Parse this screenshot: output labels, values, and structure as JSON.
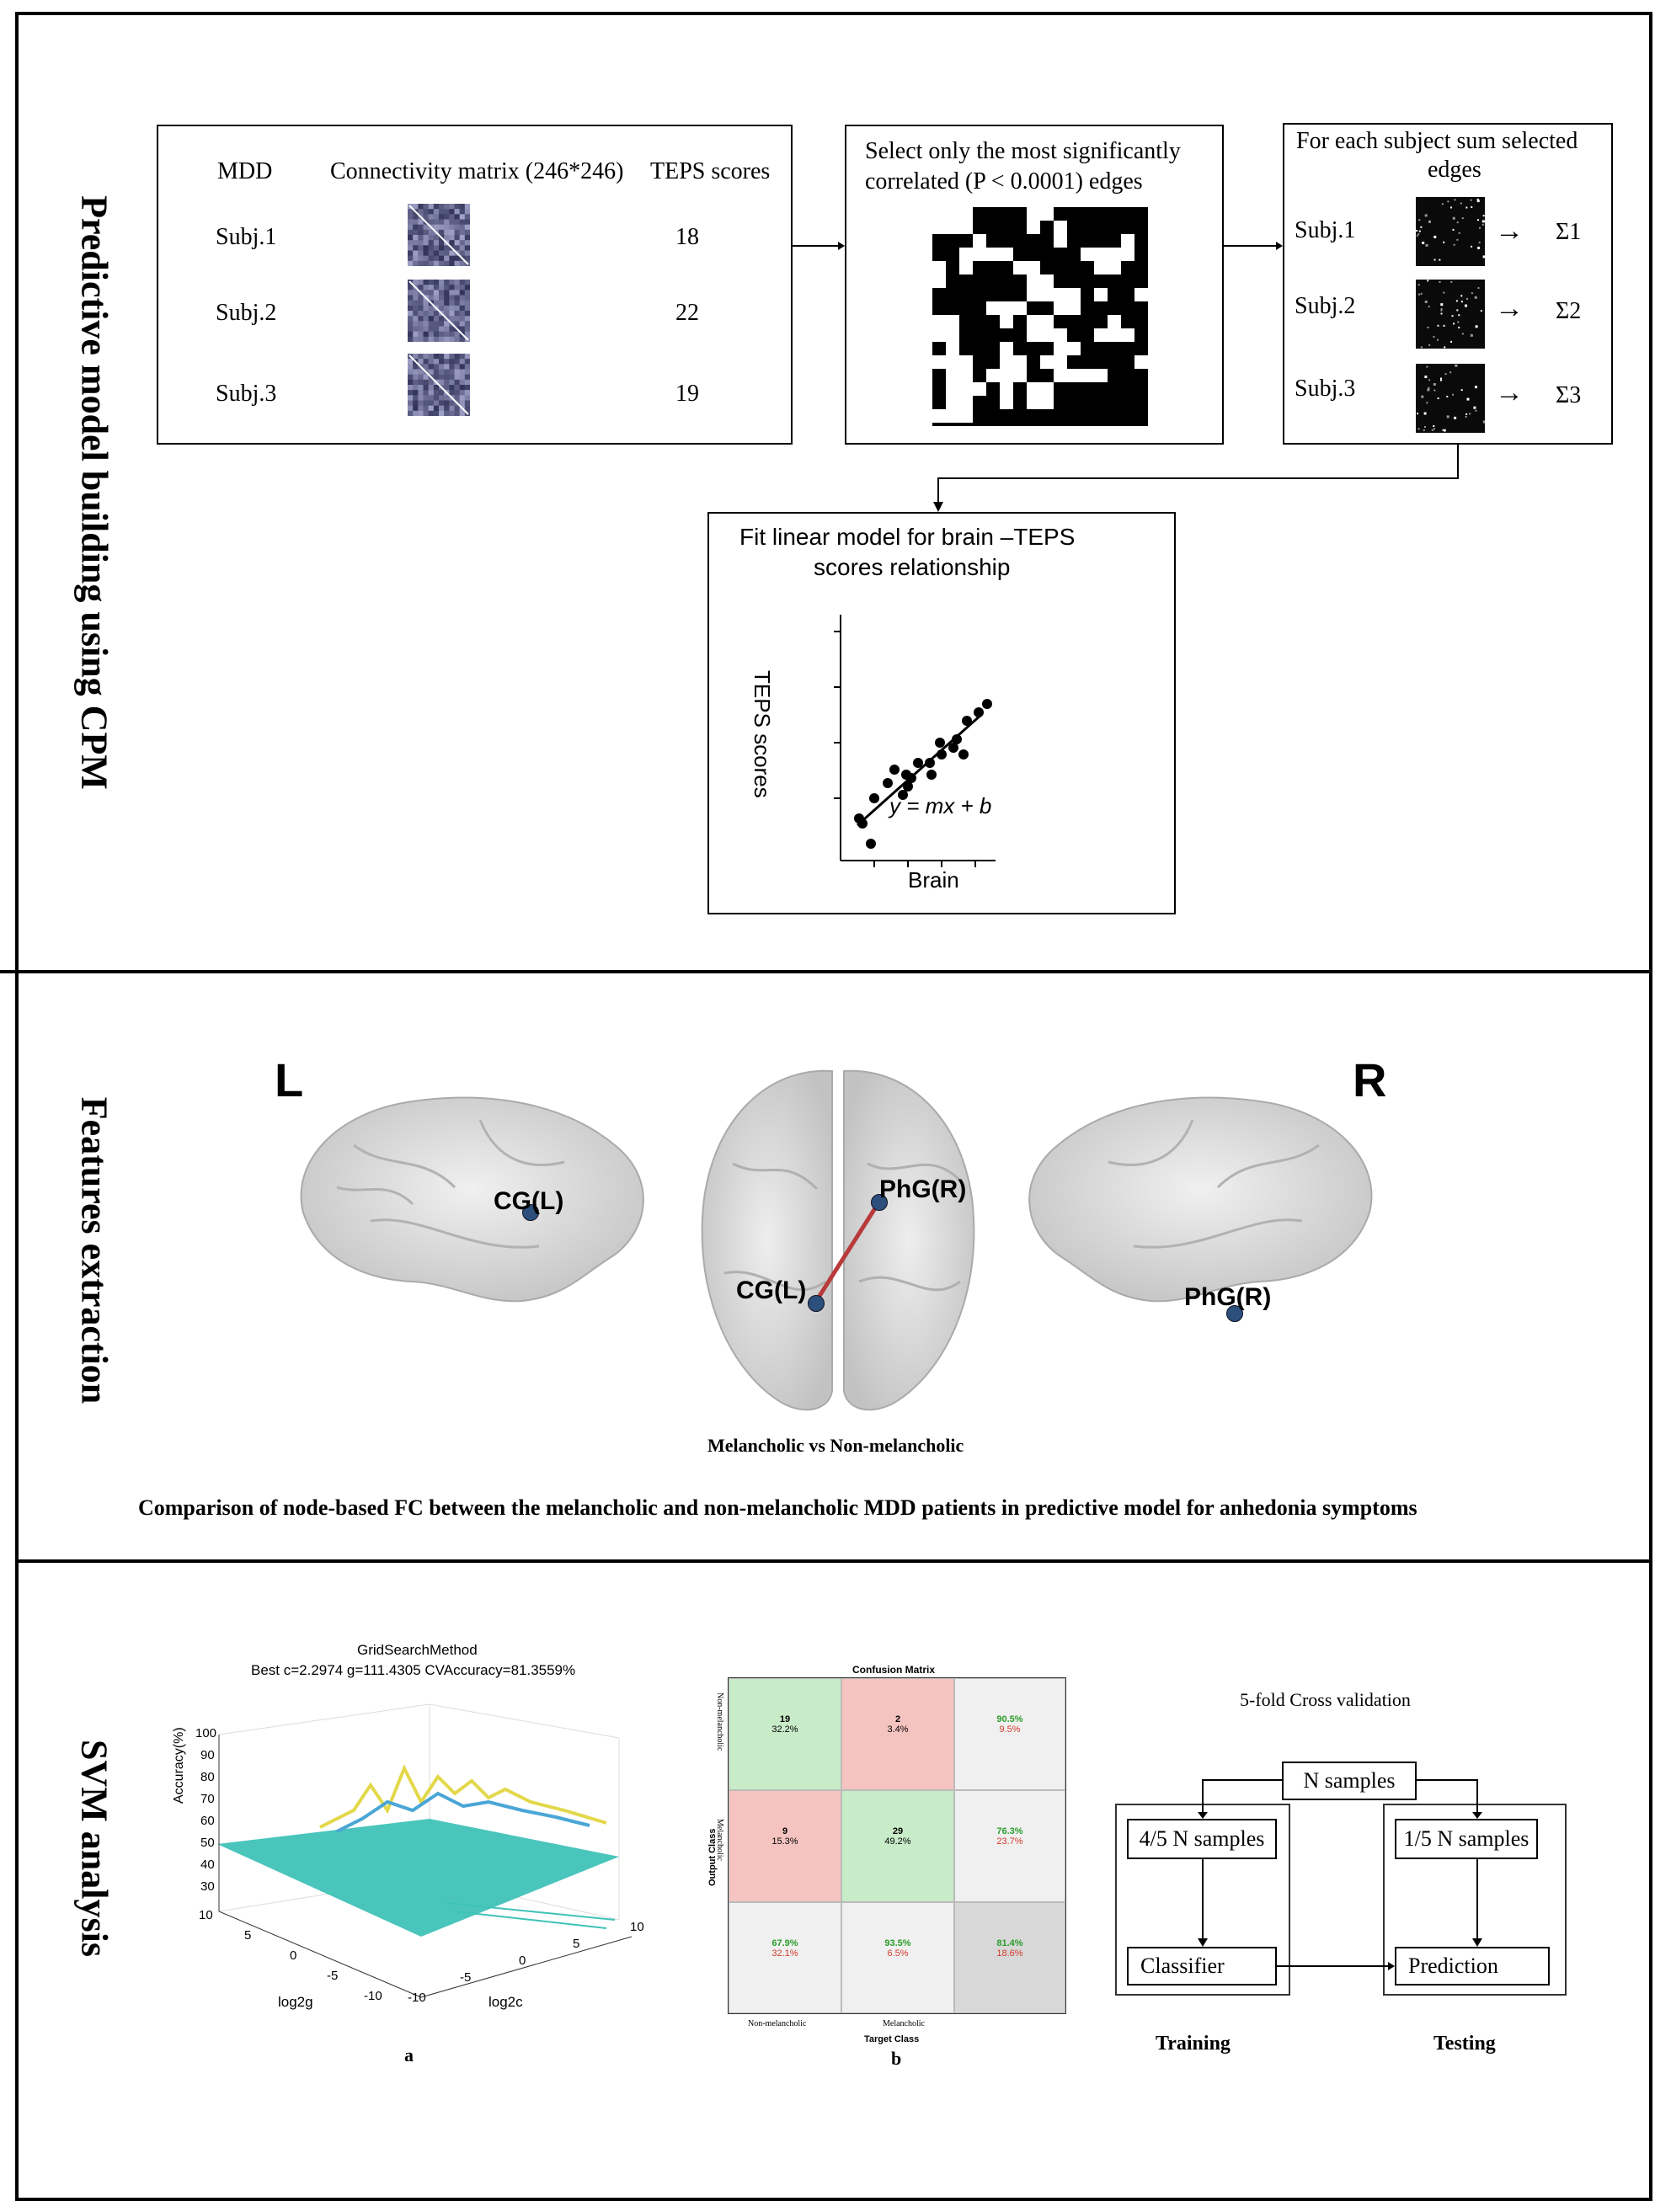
{
  "sections": {
    "cpm_title": "Predictive model building using CPM",
    "features_title": "Features extraction",
    "svm_title": "SVM analysis"
  },
  "cpm": {
    "box1": {
      "col_mdd": "MDD",
      "col_matrix": "Connectivity matrix (246*246)",
      "col_teps": "TEPS scores",
      "rows": [
        {
          "subject": "Subj.1",
          "score": "18"
        },
        {
          "subject": "Subj.2",
          "score": "22"
        },
        {
          "subject": "Subj.3",
          "score": "19"
        }
      ]
    },
    "box2": {
      "line1": "Select only the most significantly",
      "line2": "correlated (P < 0.0001) edges"
    },
    "box3": {
      "line1": "For each subject sum selected",
      "line2": "edges",
      "rows": [
        {
          "subject": "Subj.1",
          "sum": "Σ1"
        },
        {
          "subject": "Subj.2",
          "sum": "Σ2"
        },
        {
          "subject": "Subj.3",
          "sum": "Σ3"
        }
      ]
    },
    "box4": {
      "line1": "Fit linear model for brain –TEPS",
      "line2": "scores relationship",
      "ylabel": "TEPS scores",
      "xlabel": "Brain",
      "equation": "y = mx + b"
    }
  },
  "features": {
    "left_label": "L",
    "right_label": "R",
    "node_cg_left": "CG(L)",
    "node_phg_top": "PhG(R)",
    "node_cg_top": "CG(L)",
    "node_phg_right": "PhG(R)",
    "subtitle": "Melancholic vs Non-melancholic",
    "caption": "Comparison of node-based FC between the melancholic and non-melancholic MDD patients in predictive model for anhedonia symptoms"
  },
  "svm": {
    "grid": {
      "title": "GridSearchMethod",
      "subtitle": "Best c=2.2974 g=111.4305 CVAccuracy=81.3559%",
      "zlabel": "Accuracy(%)",
      "xlabel": "log2g",
      "ylabel": "log2c",
      "zticks": [
        "100",
        "90",
        "80",
        "70",
        "60",
        "50",
        "40",
        "30"
      ],
      "gticks": [
        "10",
        "5",
        "0",
        "-5",
        "-10"
      ],
      "cticks": [
        "-10",
        "-5",
        "0",
        "5",
        "10"
      ],
      "panel": "a"
    },
    "confusion": {
      "title": "Confusion Matrix",
      "ylabel": "Output Class",
      "xlabel": "Target Class",
      "row_labels": [
        "Non-melancholic",
        "Melancholic"
      ],
      "col_labels": [
        "Non-melancholic",
        "Melancholic"
      ],
      "cells": [
        [
          {
            "n": "19",
            "p": "32.2%"
          },
          {
            "n": "2",
            "p": "3.4%"
          },
          {
            "g": "90.5%",
            "r": "9.5%"
          }
        ],
        [
          {
            "n": "9",
            "p": "15.3%"
          },
          {
            "n": "29",
            "p": "49.2%"
          },
          {
            "g": "76.3%",
            "r": "23.7%"
          }
        ],
        [
          {
            "g": "67.9%",
            "r": "32.1%"
          },
          {
            "g": "93.5%",
            "r": "6.5%"
          },
          {
            "g": "81.4%",
            "r": "18.6%"
          }
        ]
      ],
      "panel": "b"
    },
    "cv": {
      "title": "5-fold Cross validation",
      "n_samples": "N samples",
      "train_samples": "4/5 N samples",
      "test_samples": "1/5 N samples",
      "classifier": "Classifier",
      "prediction": "Prediction",
      "training": "Training",
      "testing": "Testing"
    }
  }
}
